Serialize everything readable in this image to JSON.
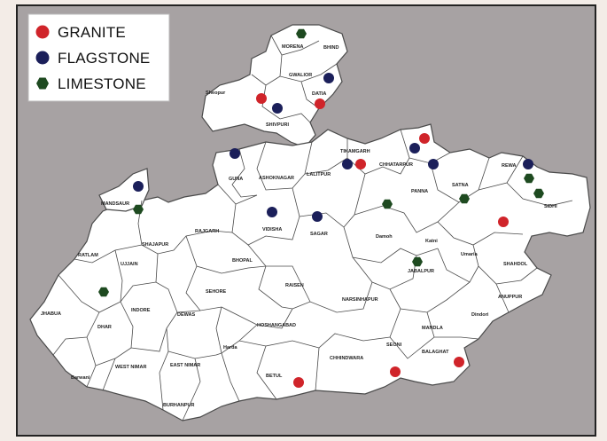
{
  "colors": {
    "background": "#f3ece7",
    "map_panel": "#a7a2a3",
    "panel_border": "#222222",
    "state_fill": "#ffffff",
    "border_line": "#4a4a4a",
    "granite": "#d0242a",
    "flagstone": "#1b1f5a",
    "limestone": "#1e4a20"
  },
  "legend": {
    "items": [
      {
        "key": "granite",
        "label": "GRANITE",
        "color": "#d0242a",
        "shape": "circle"
      },
      {
        "key": "flagstone",
        "label": "FLAGSTONE",
        "color": "#1b1f5a",
        "shape": "circle"
      },
      {
        "key": "limestone",
        "label": "LIMESTONE",
        "color": "#1e4a20",
        "shape": "hexagon"
      }
    ]
  },
  "districts": [
    {
      "name": "MORENA"
    },
    {
      "name": "BHIND"
    },
    {
      "name": "GWALIOR"
    },
    {
      "name": "DATIA"
    },
    {
      "name": "Sheopur"
    },
    {
      "name": "SHIVPURI"
    },
    {
      "name": "TIKAMGARH"
    },
    {
      "name": "CHHATARPUR"
    },
    {
      "name": "REWA"
    },
    {
      "name": "GUNA"
    },
    {
      "name": "ASHOKNAGAR"
    },
    {
      "name": "LALITPUR"
    },
    {
      "name": "PANNA"
    },
    {
      "name": "SATNA"
    },
    {
      "name": "SIDHI"
    },
    {
      "name": "MANDSAUR"
    },
    {
      "name": "VIDISHA"
    },
    {
      "name": "SAGAR"
    },
    {
      "name": "Damoh"
    },
    {
      "name": "RAJGARH"
    },
    {
      "name": "SHAJAPUR"
    },
    {
      "name": "Katni"
    },
    {
      "name": "Umaria"
    },
    {
      "name": "RATLAM"
    },
    {
      "name": "UJJAIN"
    },
    {
      "name": "BHOPAL"
    },
    {
      "name": "SHAHDOL"
    },
    {
      "name": "RAISEN"
    },
    {
      "name": "JABALPUR"
    },
    {
      "name": "SEHORE"
    },
    {
      "name": "ANUPPUR"
    },
    {
      "name": "INDORE"
    },
    {
      "name": "NARSINHAPUR"
    },
    {
      "name": "JHABUA"
    },
    {
      "name": "DHAR"
    },
    {
      "name": "DEWAS"
    },
    {
      "name": "Dindori"
    },
    {
      "name": "HOSHANGABAD"
    },
    {
      "name": "MANDLA"
    },
    {
      "name": "Harda"
    },
    {
      "name": "WEST NIMAR"
    },
    {
      "name": "EAST NIMAR"
    },
    {
      "name": "BETUL"
    },
    {
      "name": "CHHINDWARA"
    },
    {
      "name": "SEONI"
    },
    {
      "name": "BALAGHAT"
    },
    {
      "name": "Barwani"
    },
    {
      "name": "BURHANPUR"
    }
  ],
  "deposits": [
    {
      "type": "limestone",
      "district": "MORENA"
    },
    {
      "type": "flagstone",
      "district": "DATIA"
    },
    {
      "type": "granite",
      "district": "Sheopur"
    },
    {
      "type": "flagstone",
      "district": "SHIVPURI"
    },
    {
      "type": "granite",
      "district": "DATIA"
    },
    {
      "type": "granite",
      "district": "CHHATARPUR"
    },
    {
      "type": "flagstone",
      "district": "CHHATARPUR"
    },
    {
      "type": "flagstone",
      "district": "PANNA"
    },
    {
      "type": "flagstone",
      "district": "TIKAMGARH"
    },
    {
      "type": "granite",
      "district": "TIKAMGARH"
    },
    {
      "type": "flagstone",
      "district": "GUNA"
    },
    {
      "type": "flagstone",
      "district": "REWA"
    },
    {
      "type": "limestone",
      "district": "REWA"
    },
    {
      "type": "limestone",
      "district": "SIDHI"
    },
    {
      "type": "flagstone",
      "district": "MANDSAUR"
    },
    {
      "type": "limestone",
      "district": "MANDSAUR"
    },
    {
      "type": "limestone",
      "district": "SATNA"
    },
    {
      "type": "limestone",
      "district": "Damoh"
    },
    {
      "type": "flagstone",
      "district": "VIDISHA"
    },
    {
      "type": "flagstone",
      "district": "SAGAR"
    },
    {
      "type": "granite",
      "district": "SHAHDOL"
    },
    {
      "type": "limestone",
      "district": "JABALPUR"
    },
    {
      "type": "limestone",
      "district": "DHAR"
    },
    {
      "type": "granite",
      "district": "BETUL"
    },
    {
      "type": "granite",
      "district": "SEONI"
    },
    {
      "type": "granite",
      "district": "BALAGHAT"
    }
  ]
}
